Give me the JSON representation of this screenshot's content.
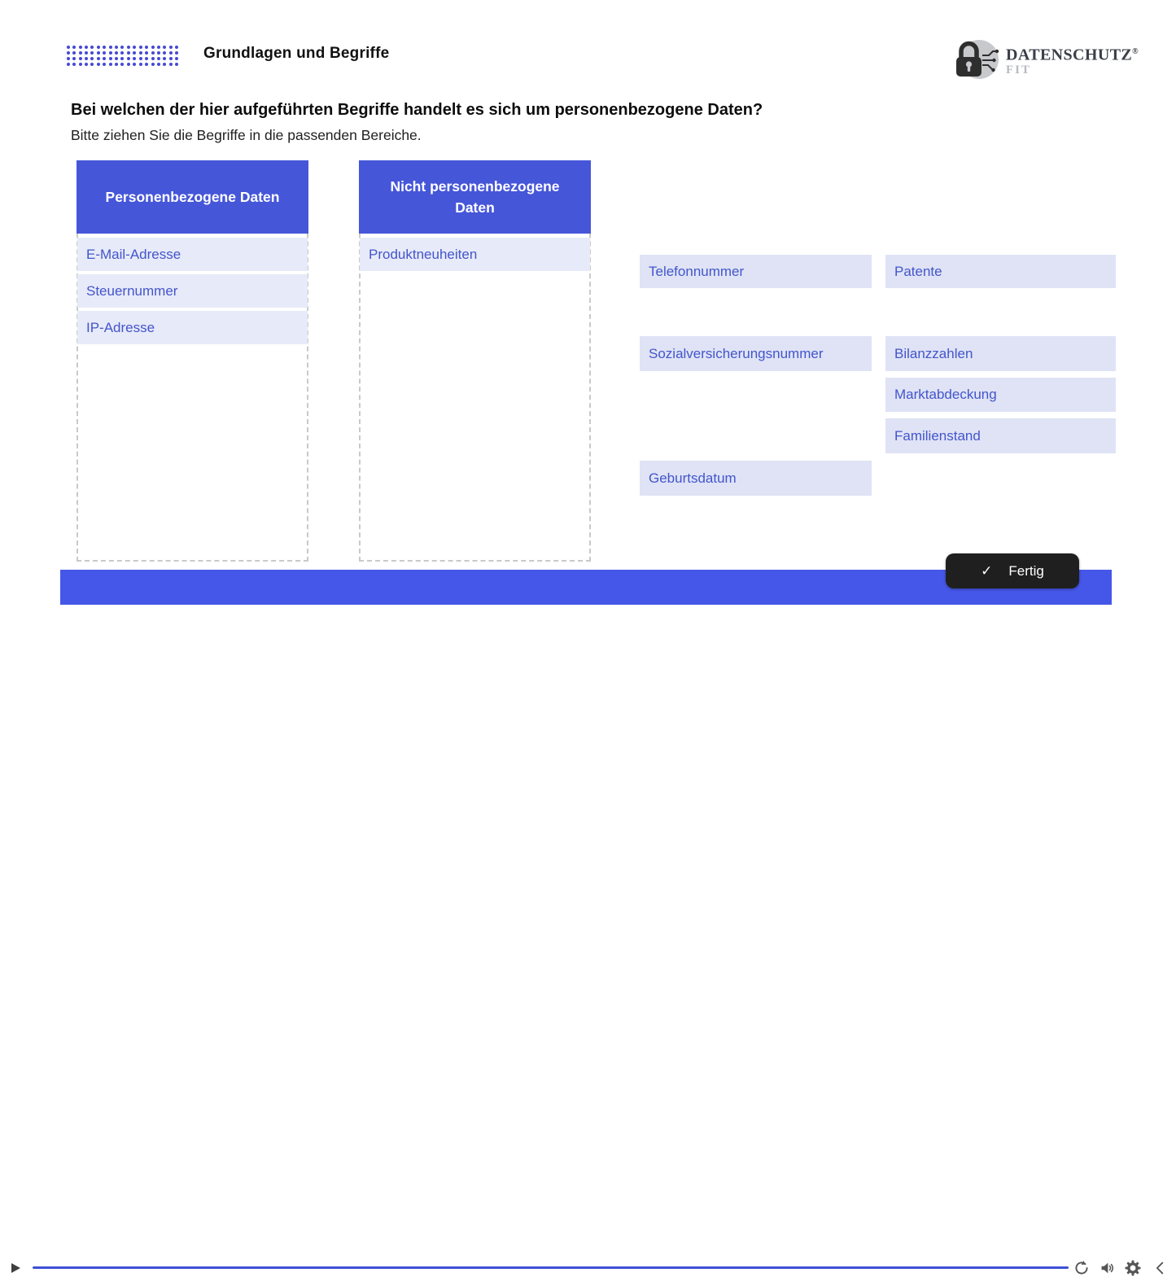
{
  "header": {
    "title": "Grundlagen und Begriffe",
    "logo": {
      "brand": "DATENSCHUTZ",
      "registered": "®",
      "sub": "FIT"
    }
  },
  "question": {
    "title": "Bei welchen der hier aufgeführten Begriffe handelt es sich um personenbezogene Daten?",
    "instruction": "Bitte ziehen Sie die Begriffe in die passenden Bereiche."
  },
  "dropzones": [
    {
      "title": "Personenbezogene Daten",
      "items": [
        "E-Mail-Adresse",
        "Steuernummer",
        "IP-Adresse"
      ]
    },
    {
      "title": "Nicht personenbezogene Daten",
      "items": [
        "Produktneuheiten"
      ]
    }
  ],
  "draggables": [
    "Telefonnummer",
    "Patente",
    "Sozialversicherungsnummer",
    "Bilanzzahlen",
    "Marktabdeckung",
    "Familienstand",
    "Geburtsdatum"
  ],
  "buttons": {
    "done": {
      "icon": "✓",
      "label": "Fertig"
    }
  },
  "player": {
    "icons": [
      "play-icon",
      "replay-icon",
      "volume-icon",
      "settings-icon",
      "previous-icon"
    ],
    "progress_percent": 100
  },
  "colors": {
    "accent_blue": "#4656D9",
    "bar_blue": "#4557E8",
    "tile_bg": "#DFE3F5",
    "tile_bg_in_zone": "#E7EAF8",
    "tile_text": "#4355CC",
    "done_button_bg": "#1F1F1F",
    "seekbar_blue": "#3D51D5",
    "dots_blue": "#4649D2"
  }
}
